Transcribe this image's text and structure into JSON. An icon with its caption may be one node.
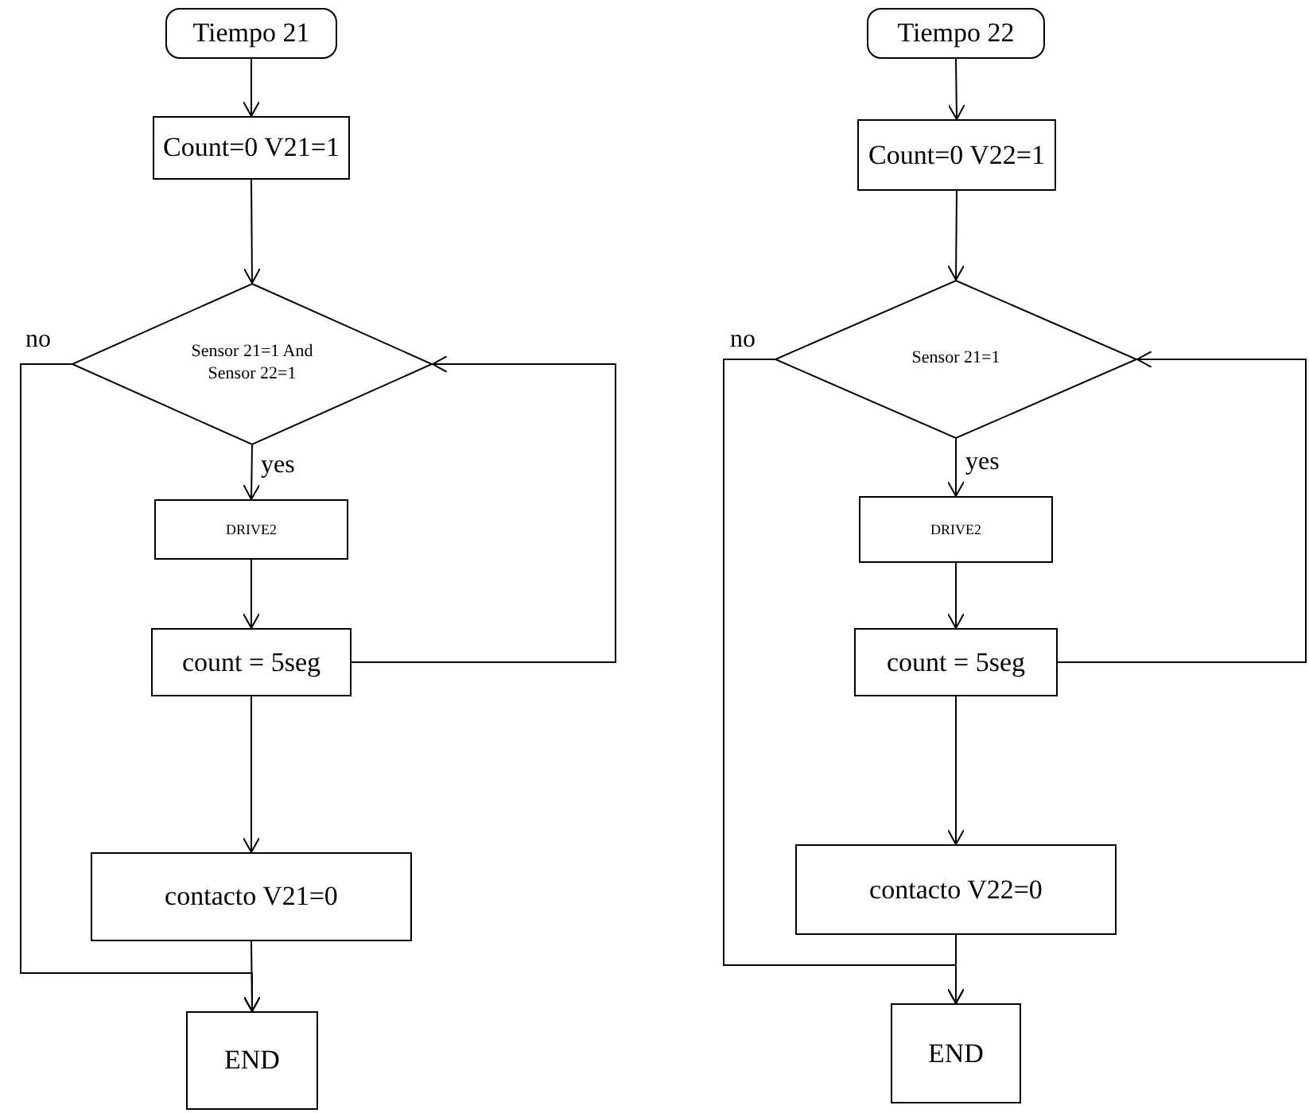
{
  "diagram": {
    "nodes": [
      {
        "text": [
          "Tiempo 21"
        ]
      },
      {
        "text": [
          "Count=0 V21=1"
        ]
      },
      {
        "text": [
          "Sensor 21=1 And Sensor 22=1"
        ]
      },
      {
        "text": [
          "DRIVE2"
        ]
      },
      {
        "text": [
          "count = 5seg"
        ]
      },
      {
        "text": [
          "contacto V21=0"
        ]
      },
      {
        "text": [
          "END"
        ]
      },
      {
        "text": [
          "Tiempo 22"
        ]
      },
      {
        "text": [
          "Count=0 V22=1"
        ]
      },
      {
        "text": [
          "Sensor 21=1"
        ]
      },
      {
        "text": [
          "DRIVE2"
        ]
      },
      {
        "text": [
          "count = 5seg"
        ]
      },
      {
        "text": [
          "contacto V22=0"
        ]
      },
      {
        "text": [
          "END"
        ]
      }
    ],
    "edges": [
      {
        "from": 0,
        "to": 1,
        "arrow": "to"
      },
      {
        "from": 1,
        "to": 2,
        "arrow": "to"
      },
      {
        "from": 2,
        "to": 3,
        "arrow": "to",
        "label": "yes"
      },
      {
        "from": 3,
        "to": 4,
        "arrow": "to"
      },
      {
        "from": 4,
        "to": 2,
        "arrow": "to"
      },
      {
        "from": 4,
        "to": 5,
        "arrow": "to"
      },
      {
        "from": 5,
        "to": 6,
        "arrow": "to"
      },
      {
        "from": 2,
        "to": 6,
        "arrow": "to",
        "label": "no"
      },
      {
        "from": 7,
        "to": 8,
        "arrow": "to"
      },
      {
        "from": 8,
        "to": 9,
        "arrow": "to"
      },
      {
        "from": 9,
        "to": 10,
        "arrow": "to",
        "label": "yes"
      },
      {
        "from": 10,
        "to": 11,
        "arrow": "to"
      },
      {
        "from": 11,
        "to": 9,
        "arrow": "to"
      },
      {
        "from": 11,
        "to": 12,
        "arrow": "to"
      },
      {
        "from": 12,
        "to": 13,
        "arrow": "to"
      },
      {
        "from": 9,
        "to": 13,
        "arrow": "to",
        "label": "no"
      }
    ]
  }
}
